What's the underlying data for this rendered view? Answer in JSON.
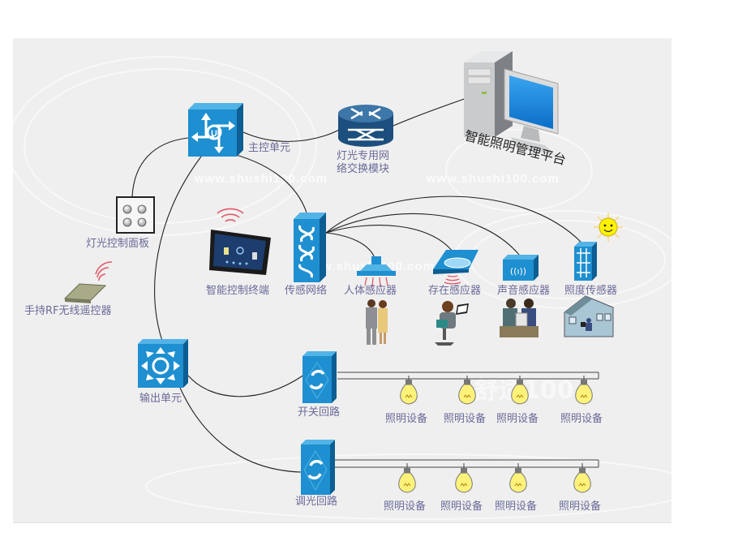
{
  "diagram": {
    "title": "智能照明控制系统",
    "nodes": {
      "platform": {
        "label": "智能照明管理平台",
        "icon": "computer-icon"
      },
      "switch_module": {
        "label_line1": "灯光专用网",
        "label_line2": "络交换模块",
        "icon": "router-icon"
      },
      "main_control": {
        "label": "主控单元",
        "icon": "main-control-unit-icon"
      },
      "control_panel": {
        "label": "灯光控制面板",
        "icon": "button-panel-icon"
      },
      "rf_remote": {
        "label": "手持RF无线遥控器",
        "icon": "rf-remote-icon"
      },
      "smart_terminal": {
        "label": "智能控制终端",
        "icon": "tablet-icon"
      },
      "sensor_network": {
        "label": "传感网络",
        "icon": "sensor-network-icon"
      },
      "body_sensor": {
        "label": "人体感应器",
        "icon": "body-sensor-icon",
        "scene": "people-icon"
      },
      "presence_sensor": {
        "label": "存在感应器",
        "icon": "presence-sensor-icon",
        "scene": "office-worker-icon"
      },
      "sound_sensor": {
        "label": "声音感应器",
        "icon": "sound-sensor-icon",
        "scene": "meeting-icon"
      },
      "light_sensor": {
        "label": "照度传感器",
        "icon": "light-sensor-icon",
        "scene": "house-icon",
        "extra": "sun-icon"
      },
      "output_unit": {
        "label": "输出单元",
        "icon": "output-unit-icon"
      },
      "switch_circuit": {
        "label": "开关回路",
        "icon": "switch-circuit-icon"
      },
      "dimming_circuit": {
        "label": "调光回路",
        "icon": "dimming-circuit-icon"
      }
    },
    "switch_row_devices": [
      "照明设备",
      "照明设备",
      "照明设备",
      "照明设备"
    ],
    "dimming_row_devices": [
      "照明设备",
      "照明设备",
      "照明设备",
      "照明设备"
    ],
    "watermarks": {
      "url": "www.shushi100.com",
      "brand": "舒适100"
    }
  },
  "colors": {
    "device_blue": "#1e8fd0",
    "device_dark": "#0d5e93",
    "label": "#6a6a9a",
    "background": "#efefef",
    "bulb": "#fff27a",
    "signal": "#e05a6a"
  }
}
